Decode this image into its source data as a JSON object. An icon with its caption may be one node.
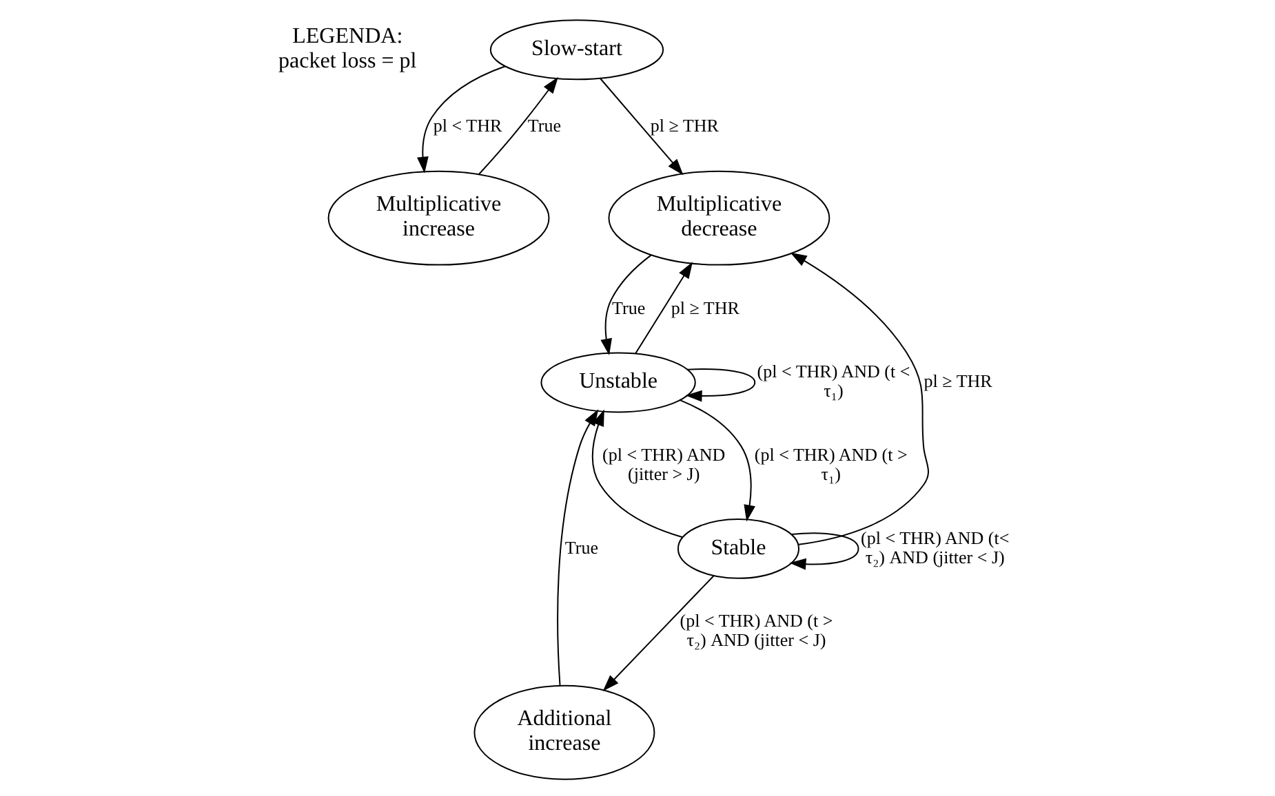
{
  "diagram": {
    "nodes": [
      {
        "text": [
          "Slow-start"
        ]
      },
      {
        "text": [
          "Multiplicative increase"
        ]
      },
      {
        "text": [
          "Unstable"
        ]
      },
      {
        "text": [
          "Multiplicative decrease"
        ]
      },
      {
        "text": [
          "Stable"
        ]
      },
      {
        "text": [
          "Additional increase"
        ]
      }
    ],
    "edges": [
      {
        "from": 2,
        "to": 2,
        "arrow": "to",
        "label": "(pl < THR) AND (t < τ₁)"
      },
      {
        "from": 2,
        "to": 4,
        "arrow": "to",
        "label": "(pl < THR) AND (t > τ₁)"
      },
      {
        "from": 4,
        "to": 4,
        "arrow": "to",
        "label": "(pl < THR) AND (t< τ₂) AND (jitter < J)"
      },
      {
        "from": 4,
        "to": 2,
        "arrow": "to",
        "label": "(pl < THR) AND (jitter > J)"
      },
      {
        "from": 4,
        "to": 5,
        "arrow": "to",
        "label": "(pl < THR) AND (t > τ₂) AND (jitter < J)"
      },
      {
        "from": 5,
        "to": 2,
        "arrow": "to",
        "label": "True"
      },
      {
        "from": 4,
        "to": 3,
        "arrow": "to",
        "label": "pl ≥ THR"
      },
      {
        "from": 2,
        "to": 3,
        "arrow": "to",
        "label": "pl ≥ THR"
      },
      {
        "from": 3,
        "to": 2,
        "arrow": "to",
        "label": "True"
      },
      {
        "from": 0,
        "to": 3,
        "arrow": "to",
        "label": "pl ≥ THR"
      },
      {
        "from": 0,
        "to": 1,
        "arrow": "to",
        "label": "pl < THR"
      },
      {
        "from": 1,
        "to": 0,
        "arrow": "to",
        "label": "True"
      }
    ],
    "labels": [
      "LEGENDA:",
      "packet loss = pl"
    ]
  }
}
